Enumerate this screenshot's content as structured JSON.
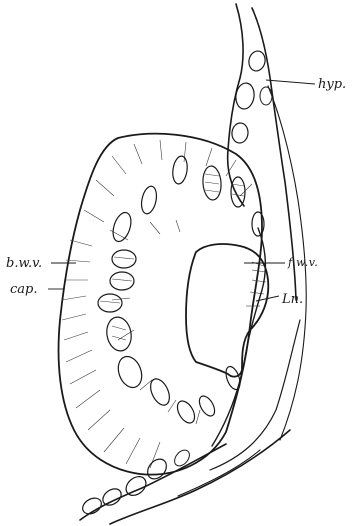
{
  "figure": {
    "labels": {
      "hyp": "hyp.",
      "bwv": "b.w.v.",
      "fwv": "f.w.v.",
      "ln": "Ln.",
      "cap": "cap."
    }
  }
}
